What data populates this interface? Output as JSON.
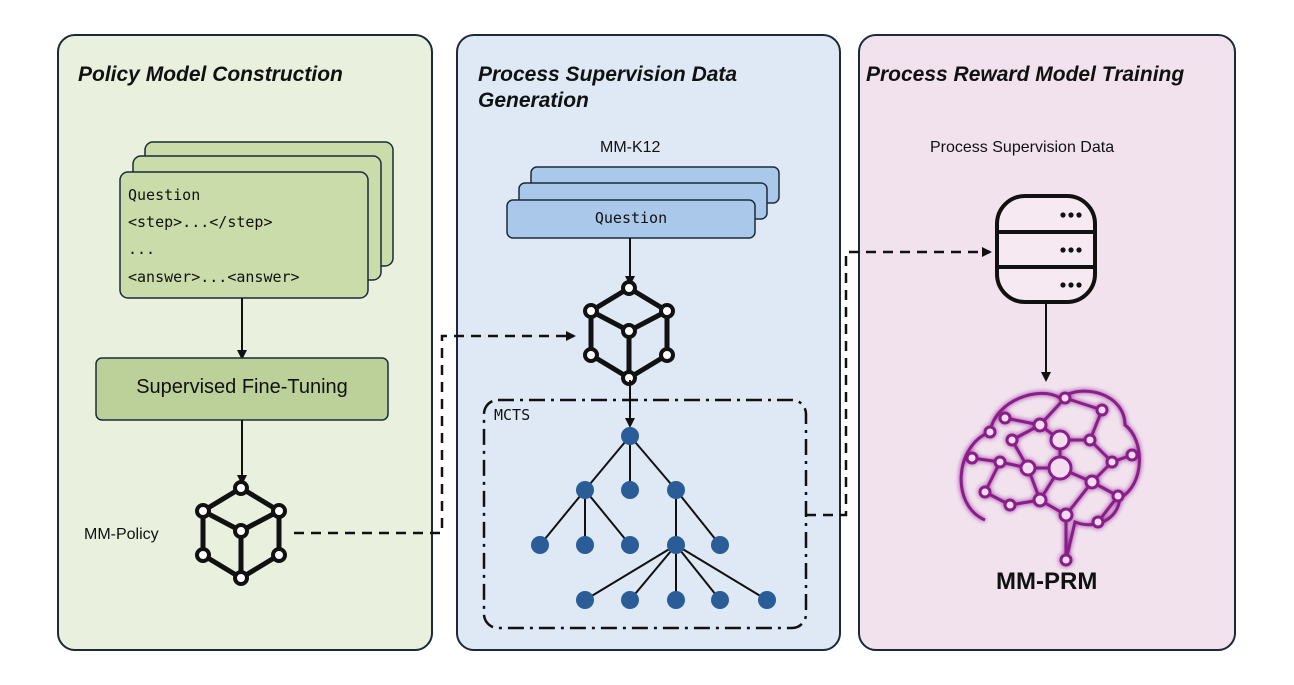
{
  "panels": {
    "policy": {
      "title": "Policy Model Construction"
    },
    "data": {
      "title_line1": "Process Supervision Data",
      "title_line2": "Generation"
    },
    "reward": {
      "title": "Process Reward Model Training"
    }
  },
  "policy_card": {
    "lines": [
      "Question",
      "<step>...</step>",
      "...",
      "<answer>...<answer>"
    ]
  },
  "sft_box": {
    "label": "Supervised Fine-Tuning"
  },
  "mm_policy": {
    "label": "MM-Policy"
  },
  "mm_k12": {
    "label": "MM-K12",
    "card_label": "Question"
  },
  "mcts": {
    "label": "MCTS"
  },
  "process_data": {
    "label": "Process Supervision Data"
  },
  "mm_prm": {
    "label": "MM-PRM"
  },
  "colors": {
    "policy_bg": "#e9f0de",
    "data_bg": "#dfe9f6",
    "reward_bg": "#f1e2ee",
    "green_card": "#c9dca9",
    "blue_card": "#a9c8ea",
    "tree_node": "#2a5c98",
    "brain": "#8b1a8b"
  },
  "icons": [
    "policy-model-cube-icon",
    "database-icon",
    "brain-network-icon",
    "mcts-tree-icon"
  ]
}
